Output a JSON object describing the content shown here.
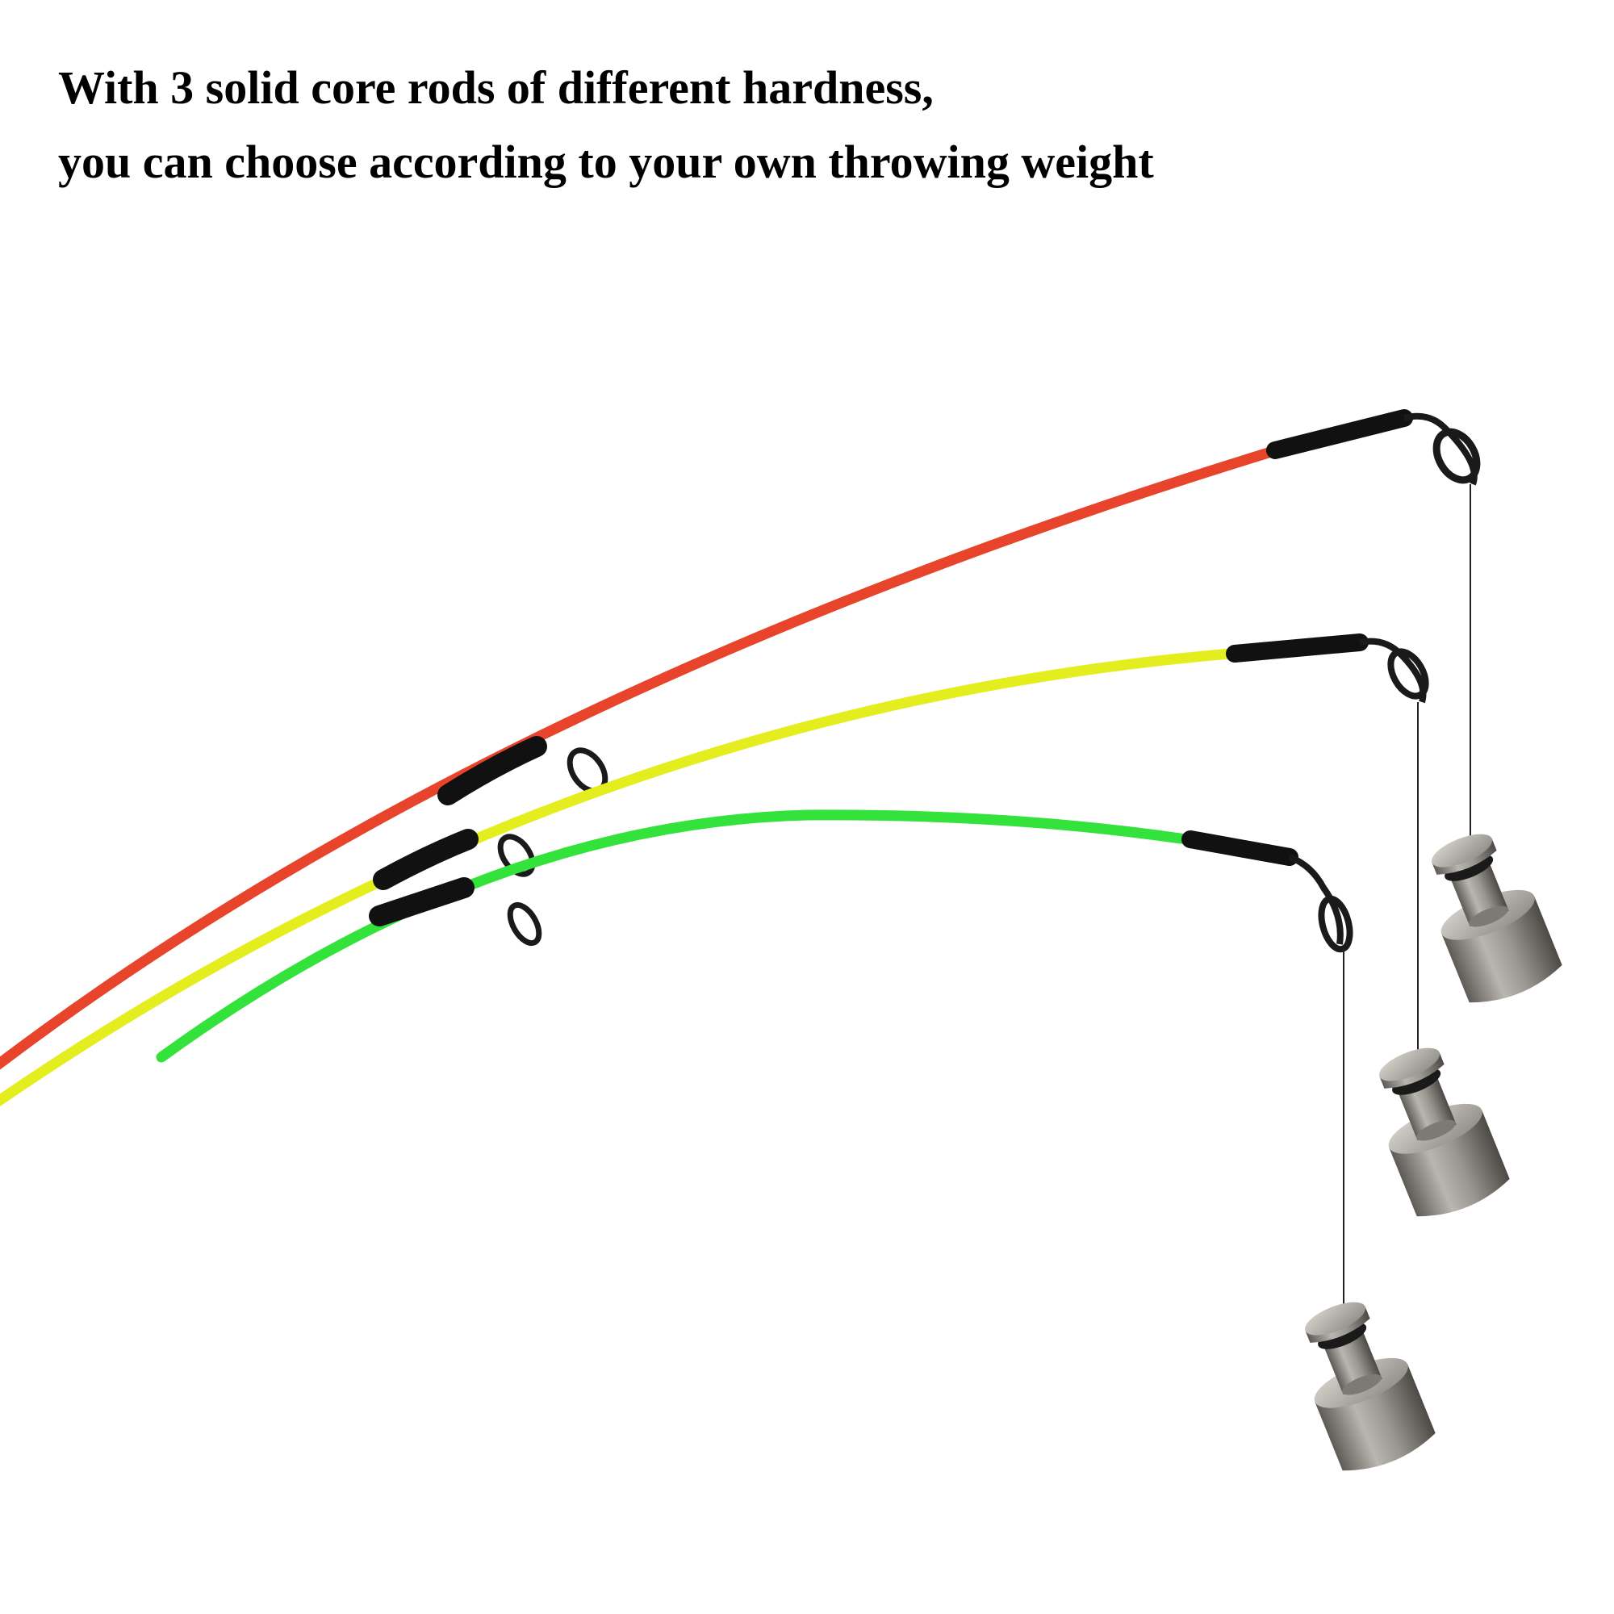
{
  "headline": {
    "line1": "With 3 solid core rods of different hardness,",
    "line2": "you can choose according to your own throwing weight"
  },
  "rods": [
    {
      "name": "red-rod",
      "color": "#e8432b"
    },
    {
      "name": "yellow-rod",
      "color": "#e4ee1f"
    },
    {
      "name": "green-rod",
      "color": "#33e23a"
    }
  ],
  "colors": {
    "background": "#ffffff",
    "text": "#000000",
    "sleeve": "#111111",
    "weight_metal": "#8f8c86",
    "fishing_line": "#222222"
  }
}
